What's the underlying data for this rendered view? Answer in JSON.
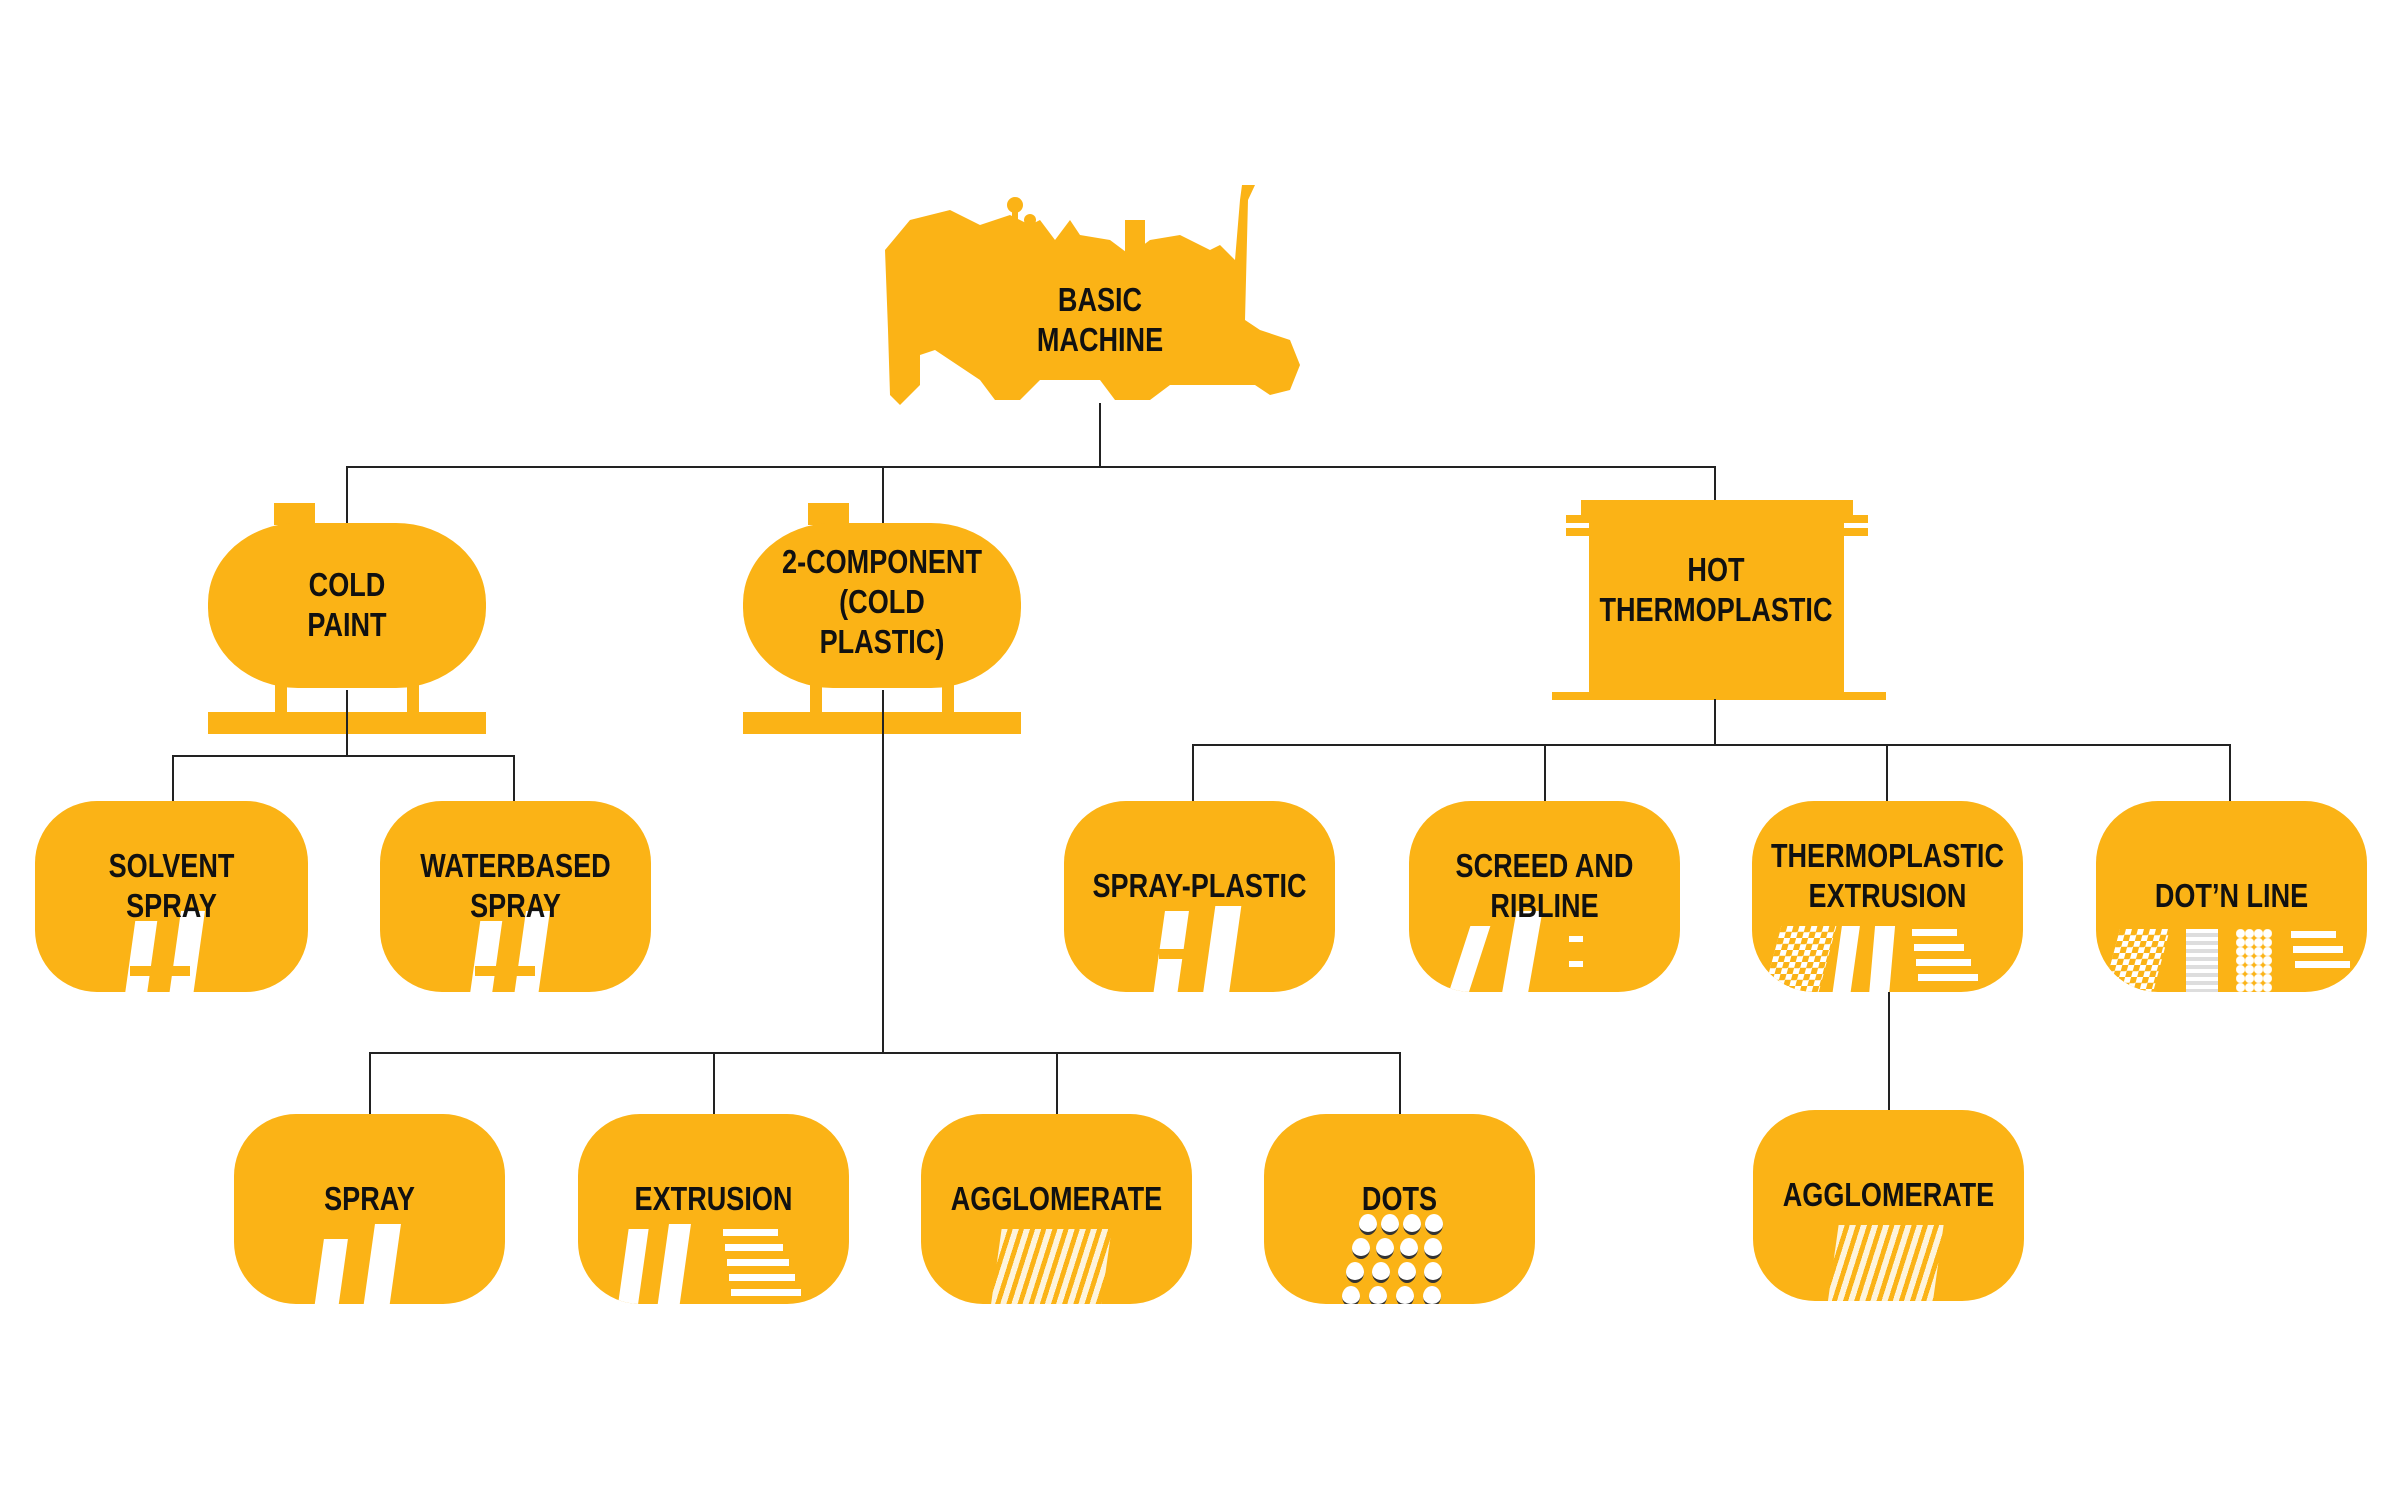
{
  "root": {
    "label": "BASIC\nMACHINE",
    "icon": "road-marking-machine-icon"
  },
  "categories": [
    {
      "label": "COLD\nPAINT",
      "icon": "paint-tank-icon",
      "children": [
        {
          "label": "SOLVENT\nSPRAY"
        },
        {
          "label": "WATERBASED\nSPRAY"
        }
      ]
    },
    {
      "label": "2-COMPONENT\n(COLD PLASTIC)",
      "icon": "paint-tank-icon",
      "children": [
        {
          "label": "SPRAY"
        },
        {
          "label": "EXTRUSION"
        },
        {
          "label": "AGGLOMERATE"
        },
        {
          "label": "DOTS"
        }
      ]
    },
    {
      "label": "HOT\nTHERMOPLASTIC",
      "icon": "melting-kettle-icon",
      "children": [
        {
          "label": "SPRAY-PLASTIC"
        },
        {
          "label": "SCREED AND\nRIBLINE"
        },
        {
          "label": "THERMOPLASTIC\nEXTRUSION",
          "children": [
            {
              "label": "AGGLOMERATE"
            }
          ]
        },
        {
          "label": "DOT’N LINE"
        }
      ]
    }
  ],
  "colors": {
    "accent": "#FBB316",
    "text": "#111111",
    "connector": "#222222"
  }
}
